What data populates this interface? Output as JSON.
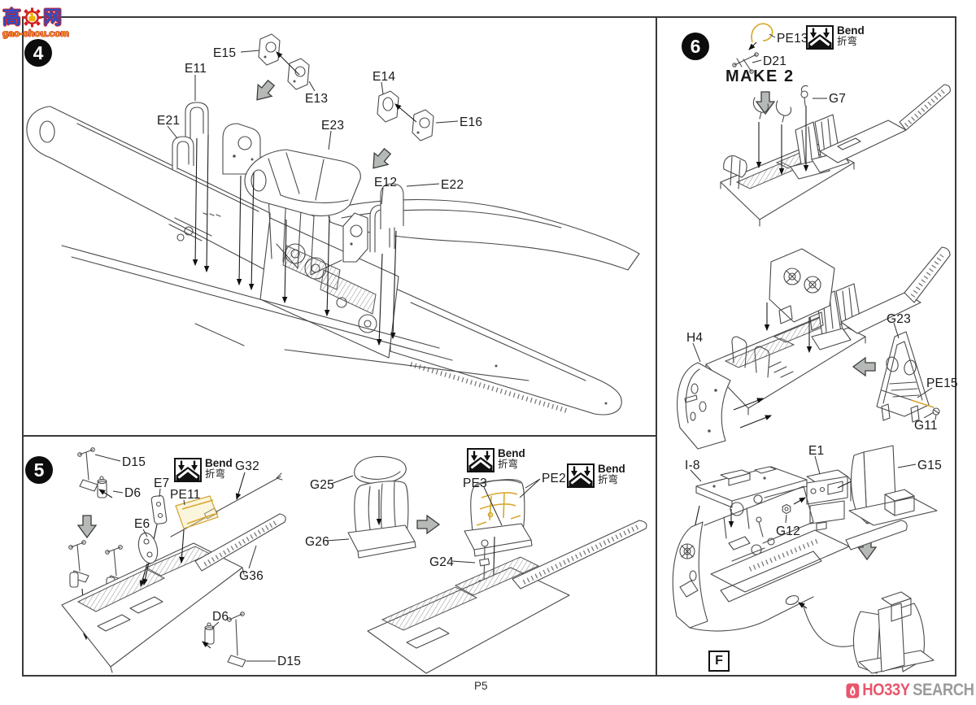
{
  "page": {
    "number": "P5"
  },
  "watermark": {
    "cn_left": "高",
    "cn_right": "网",
    "site": "gao-shou.com"
  },
  "brand": {
    "hobby": "HO33Y",
    "search": "SEARCH"
  },
  "bend": {
    "en": "Bend",
    "zh": "折弯"
  },
  "step4": {
    "num": "4",
    "e15": "E15",
    "e11": "E11",
    "e21": "E21",
    "e13": "E13",
    "e23": "E23",
    "e14": "E14",
    "e16": "E16",
    "e12": "E12",
    "e22": "E22"
  },
  "step5": {
    "num": "5",
    "d15a": "D15",
    "d6a": "D6",
    "e7": "E7",
    "pe11": "PE11",
    "g32": "G32",
    "e6": "E6",
    "g36": "G36",
    "g25": "G25",
    "g26": "G26",
    "pe3": "PE3",
    "pe2": "PE2",
    "g24": "G24",
    "d6b": "D6",
    "d15b": "D15"
  },
  "step6": {
    "num": "6",
    "pe13": "PE13",
    "d21": "D21",
    "note": "MAKE 2",
    "g7": "G7",
    "h4": "H4",
    "g23": "G23",
    "pe15": "PE15",
    "g11": "G11",
    "i8": "I-8",
    "e1": "E1",
    "g15": "G15",
    "g12": "G12",
    "frame": "F"
  }
}
